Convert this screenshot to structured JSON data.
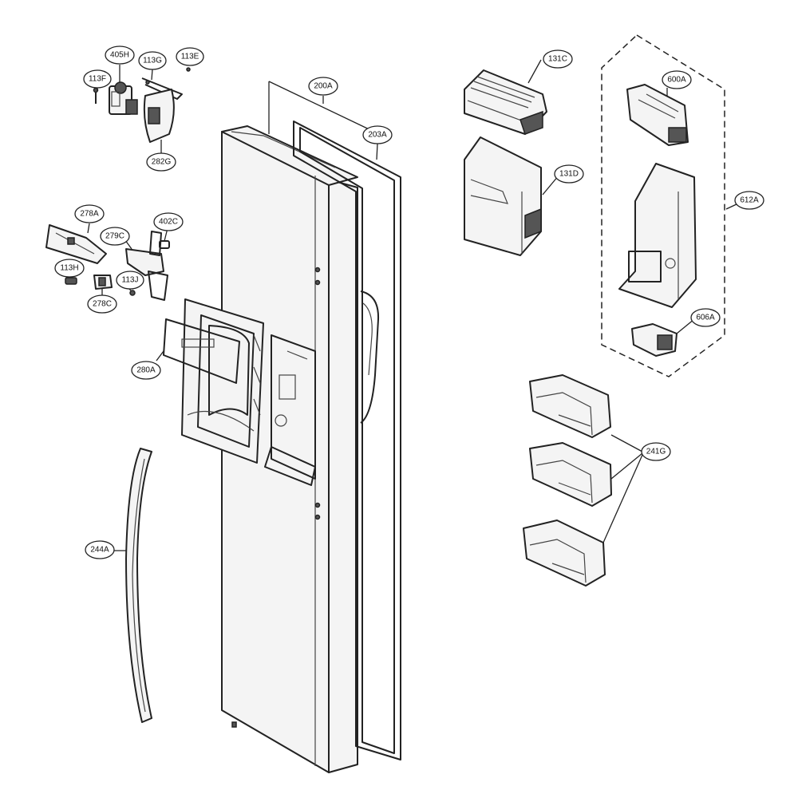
{
  "callouts": {
    "c405H": "405H",
    "c113G": "113G",
    "c113E": "113E",
    "c113F": "113F",
    "c282G": "282G",
    "c200A": "200A",
    "c203A": "203A",
    "c131C": "131C",
    "c131D": "131D",
    "c600A": "600A",
    "c612A": "612A",
    "c606A": "606A",
    "c278A": "278A",
    "c279C": "279C",
    "c402C": "402C",
    "c113H": "113H",
    "c113J": "113J",
    "c278C": "278C",
    "c280A": "280A",
    "c241G": "241G",
    "c244A": "244A"
  }
}
